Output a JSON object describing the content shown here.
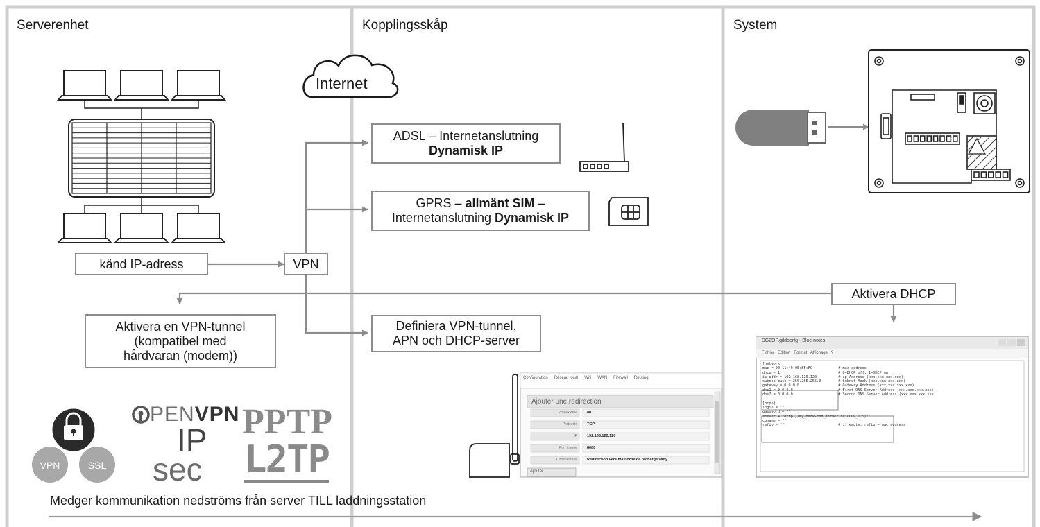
{
  "columns": [
    "Serverenhet",
    "Kopplingsskåp",
    "System"
  ],
  "cloud_label": "Internet",
  "known_ip": "känd IP-adress",
  "vpn": "VPN",
  "adsl": {
    "line1": "ADSL – Internetanslutning",
    "line2": "Dynamisk IP"
  },
  "gprs": {
    "prefix": "GPRS – ",
    "sim": "allmänt SIM",
    "suffix": " –",
    "line2": "Internetanslutning ",
    "dyn": "Dynamisk IP"
  },
  "vpn_tunnel": [
    "Aktivera en VPN-tunnel",
    "(kompatibel med",
    "hårdvaran (modem))"
  ],
  "define_vpn": [
    "Definiera VPN-tunnel,",
    "APN och DHCP-server"
  ],
  "dhcp": "Aktivera DHCP",
  "footer": "Medger kommunikation nedströms från server TILL laddningsstation",
  "logos": {
    "vpn_badge": "VPN",
    "ssl_badge": "SSL",
    "openvpn_a": "PEN",
    "openvpn_b": "VPN",
    "ipsec_a": "IP",
    "ipsec_b": "sec",
    "pptp": "PPTP",
    "l2tp": "L2TP"
  },
  "router_form": {
    "tabs": [
      "Configuration",
      "Réseau local",
      "Wifi",
      "WAN",
      "Firewall",
      "Routing"
    ],
    "title": "Ajouter une redirection",
    "fields": [
      {
        "label": "Port externe",
        "value": "80"
      },
      {
        "label": "Protocole",
        "value": "TCP"
      },
      {
        "label": "IP",
        "value": "192.168.120.120"
      },
      {
        "label": "Port interne",
        "value": "8080"
      },
      {
        "label": "Commentaire",
        "value": "Redirection vers ma borne de recharge witty"
      }
    ],
    "button": "Ajouter"
  },
  "notepad": {
    "title": "SG2OP.gildobrfg - Bloc-notes",
    "menu": "Fichier   Edition   Format   Affichage   ?",
    "lines": [
      "[network]",
      "mac = 00:11:49:0E:5F:FC            # mac address",
      "dhcp = 1                           # 0=DHCP off; 1=DHCP on",
      "ip_addr = 192.168.120.120          # ip Address (xxx.xxx.xxx.xxx)",
      "subnet_mask = 255.255.255.0        # Subnet Mask (xxx.xxx.xxx.xxx)",
      "gateway = 0.0.0.0                  # Gateway Address (xxx.xxx.xxx.xxx)",
      "dns1 = 0.0.0.0                     # First DNS Server Address (xxx.xxx.xxx.xxx)",
      "dns2 = 0.0.0.0                     # Second DNS Server Address (xxx.xxx.xxx.xxx)",
      "",
      "[ocpp]",
      "login = \"\"",
      "password = \"\"",
      "server = \"http://my_back-end_server.fr:OCPP_1.5/\"",
      "cpname = \"\"",
      "refip = \"\"                         # if empty, refip = mac address"
    ]
  }
}
